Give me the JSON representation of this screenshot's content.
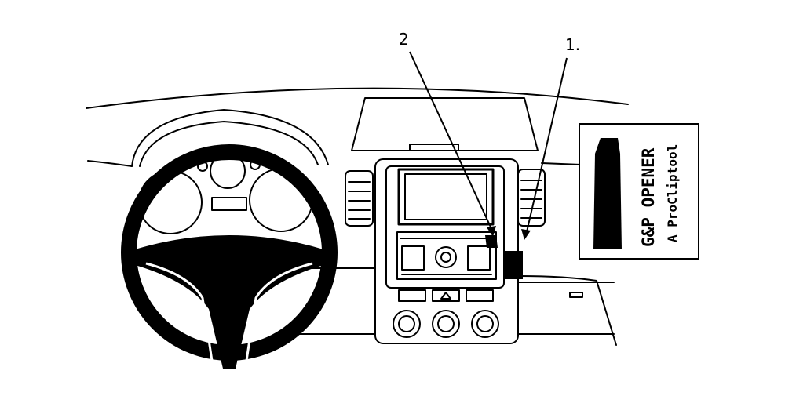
{
  "callouts": {
    "one": "1.",
    "two": "2"
  },
  "tool_box": {
    "title": "G&P OPENER",
    "subtitle": "A ProCliptool"
  },
  "icons": [
    "steering-wheel-icon",
    "gap-opener-tool-icon"
  ],
  "colors": {
    "line": "#000000",
    "background": "#ffffff"
  }
}
